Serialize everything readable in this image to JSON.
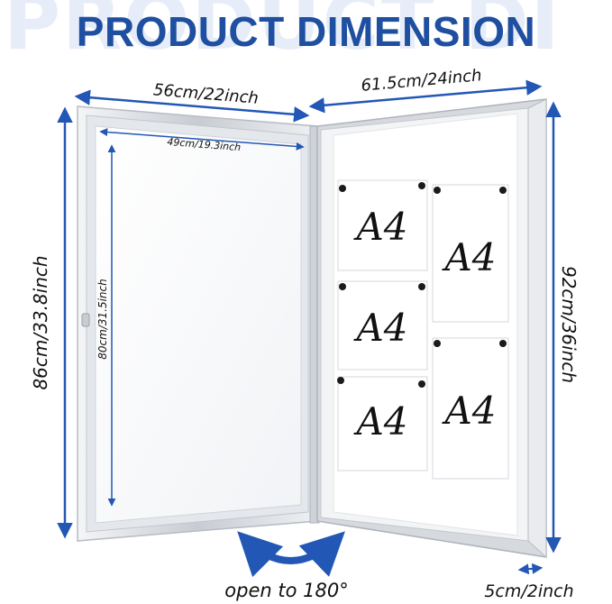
{
  "header": {
    "watermark": "PRODUCT DI",
    "title": "PRODUCT DIMENSION"
  },
  "dimensions": {
    "door_width": "56cm/22inch",
    "cabinet_width": "61.5cm/24inch",
    "window_width": "49cm/19.3inch",
    "door_height": "86cm/33.8inch",
    "window_height": "80cm/31.5inch",
    "cabinet_height": "92cm/36inch",
    "depth": "5cm/2inch",
    "opening": "open to 180°"
  },
  "sheets": [
    "A4",
    "A4",
    "A4",
    "A4",
    "A4"
  ],
  "colors": {
    "accent": "#1f4fa0",
    "arrow": "#2257b5",
    "frame": "#d9dde3"
  },
  "icons": {
    "rotation": "curved-double-arrow-icon",
    "magnet": "magnet-dot-icon"
  }
}
